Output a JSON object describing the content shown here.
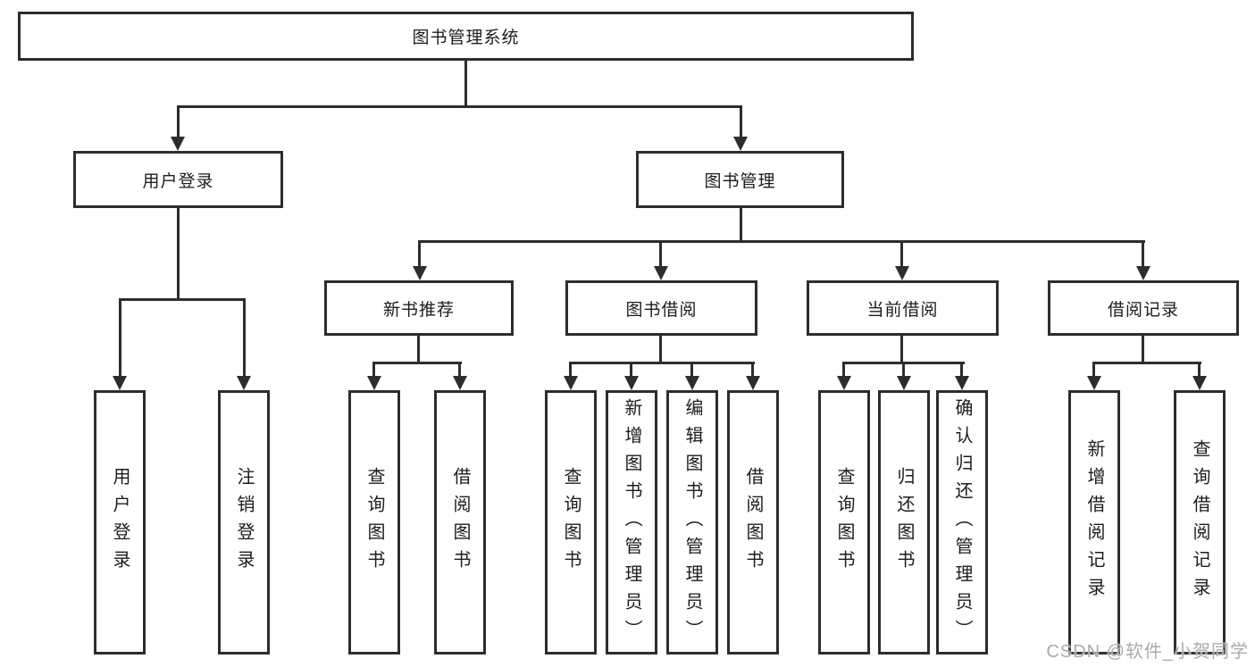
{
  "tree": {
    "root_label": "图书管理系统",
    "branches": [
      {
        "label": "用户登录",
        "children": [
          "用户登录",
          "注销登录"
        ]
      },
      {
        "label": "图书管理",
        "groups": [
          {
            "label": "新书推荐",
            "children": [
              "查询图书",
              "借阅图书"
            ]
          },
          {
            "label": "图书借阅",
            "children": [
              "查询图书",
              "新增图书（管理员）",
              "编辑图书（管理员）",
              "借阅图书"
            ]
          },
          {
            "label": "当前借阅",
            "children": [
              "查询图书",
              "归还图书",
              "确认归还（管理员）"
            ]
          },
          {
            "label": "借阅记录",
            "children": [
              "新增借阅记录",
              "查询借阅记录"
            ]
          }
        ]
      }
    ]
  },
  "watermark": {
    "text": "CSDN @软件_小贺同学"
  },
  "colors": {
    "line": "#2d2d2d",
    "text": "#1c1c1c",
    "background": "#ffffff",
    "watermark": "#ababab"
  }
}
